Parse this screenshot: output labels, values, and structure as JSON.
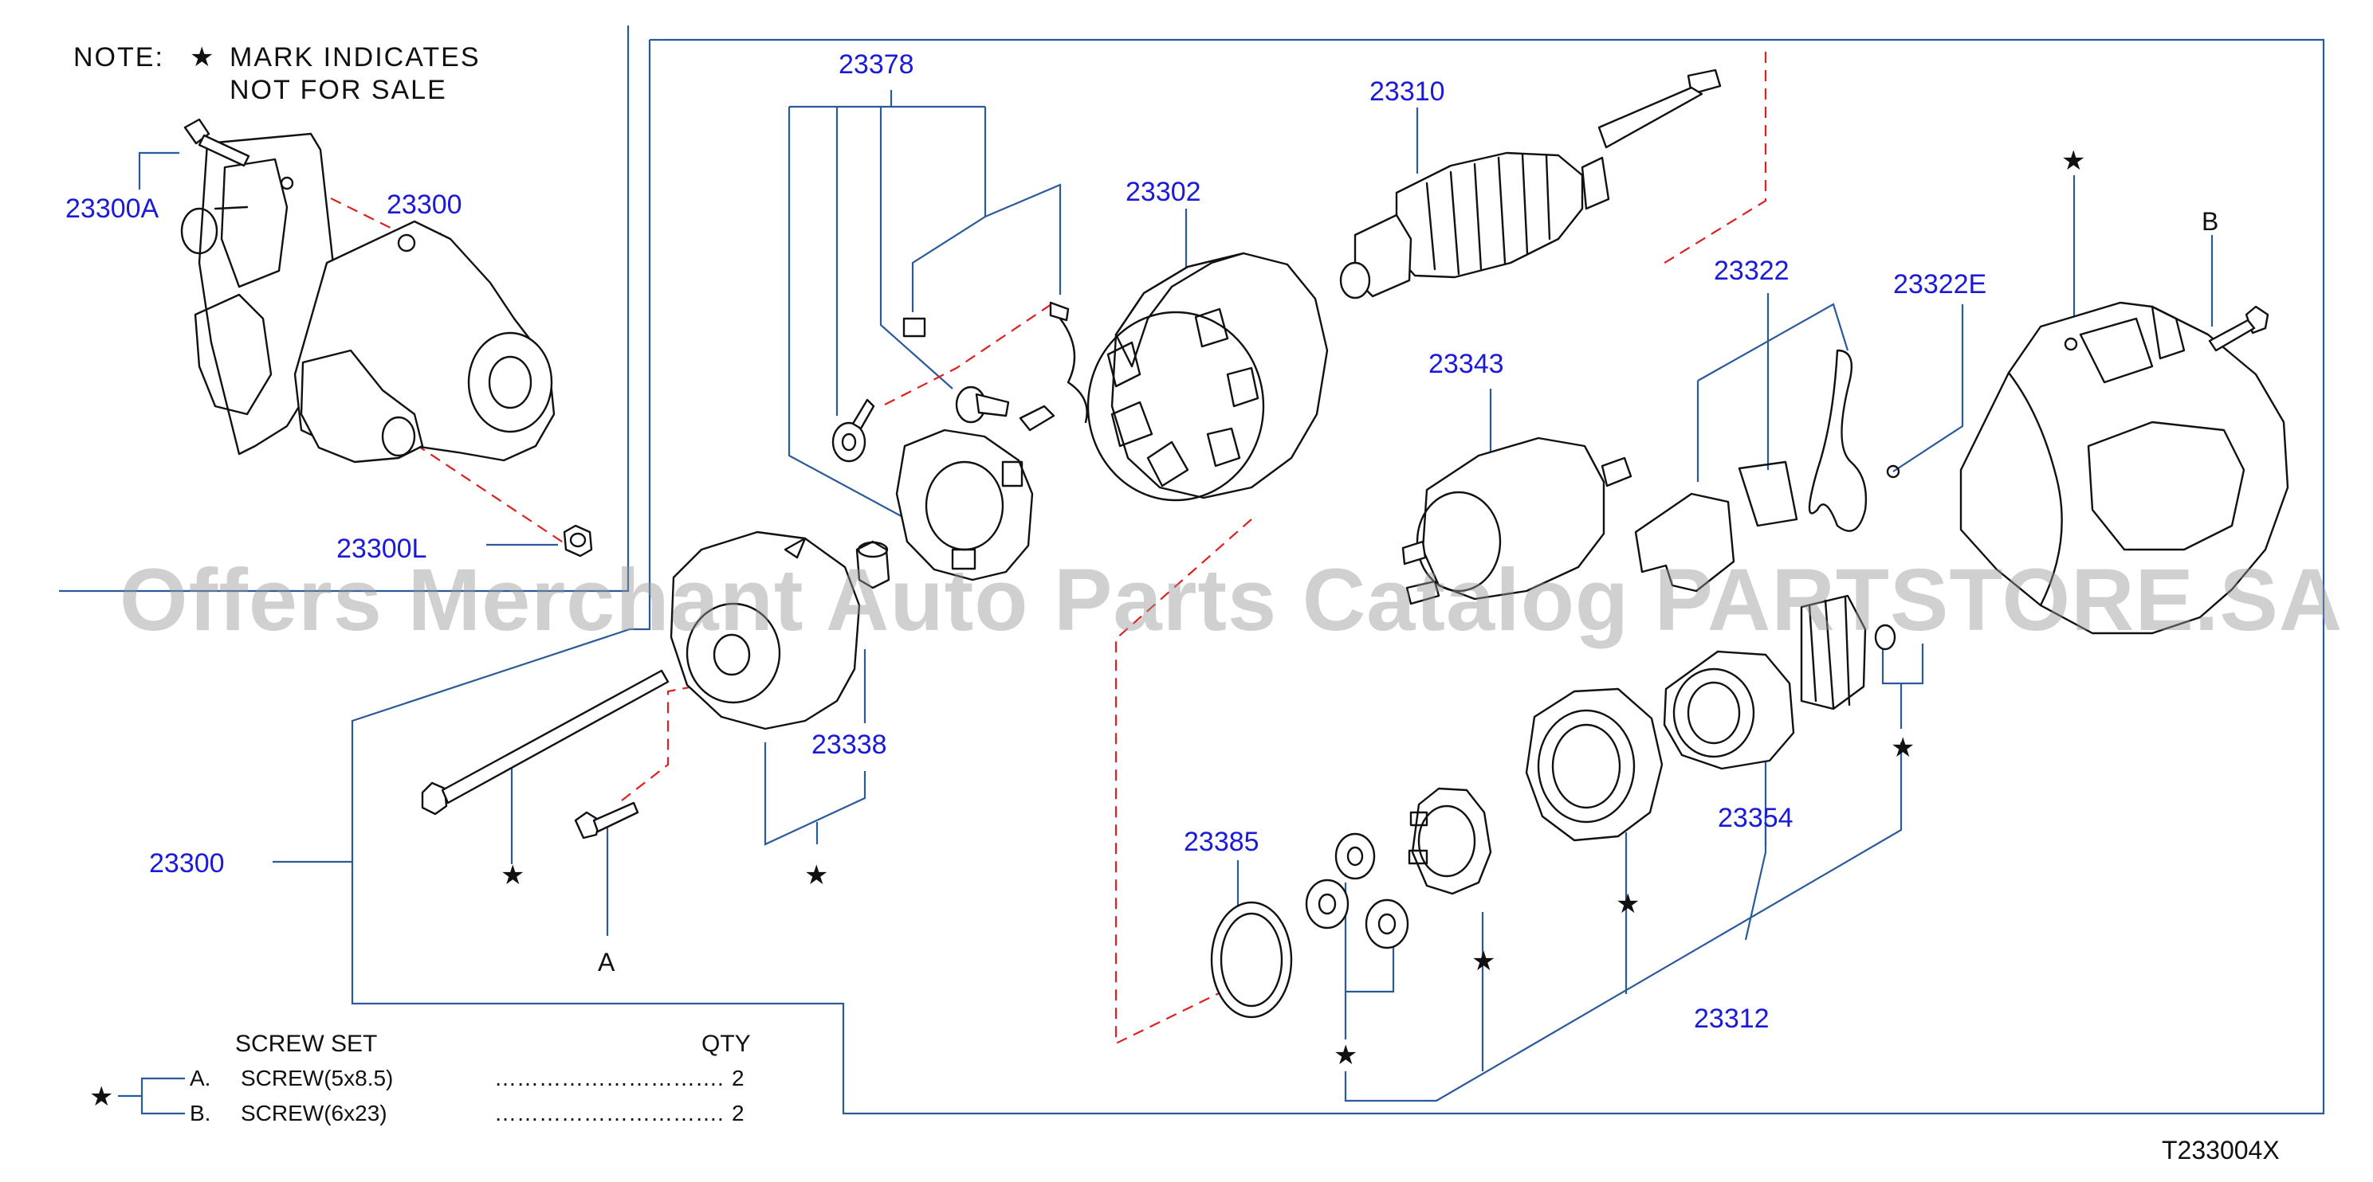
{
  "note": {
    "prefix": "NOTE:",
    "star": "★",
    "line1": "MARK  INDICATES",
    "line2": "NOT  FOR  SALE"
  },
  "watermark": "Offers Merchant Auto Parts Catalog PARTSTORE.SA",
  "figure_code": "T233004X",
  "part_numbers": {
    "p23300A": "23300A",
    "p23300_inset": "23300",
    "p23300L": "23300L",
    "p23300_main": "23300",
    "p23378": "23378",
    "p23310": "23310",
    "p23302": "23302",
    "p23343": "23343",
    "p23322": "23322",
    "p23322E": "23322E",
    "p23338": "23338",
    "p23385": "23385",
    "p23354": "23354",
    "p23312": "23312"
  },
  "markers": {
    "star": "★",
    "A": "A",
    "B": "B"
  },
  "screw_set": {
    "title": "SCREW  SET",
    "qty_header": "QTY",
    "star": "★",
    "rows": [
      {
        "key": "A.",
        "name": "SCREW(5x8.5)",
        "dots": "………………………….",
        "qty": "2"
      },
      {
        "key": "B.",
        "name": "SCREW(6x23)",
        "dots": "………………………….",
        "qty": "2"
      }
    ]
  },
  "colors": {
    "leader": "#2a5a9a",
    "dashed": "#e02020",
    "part_number": "#1a1ad8",
    "drawing": "#111111"
  }
}
